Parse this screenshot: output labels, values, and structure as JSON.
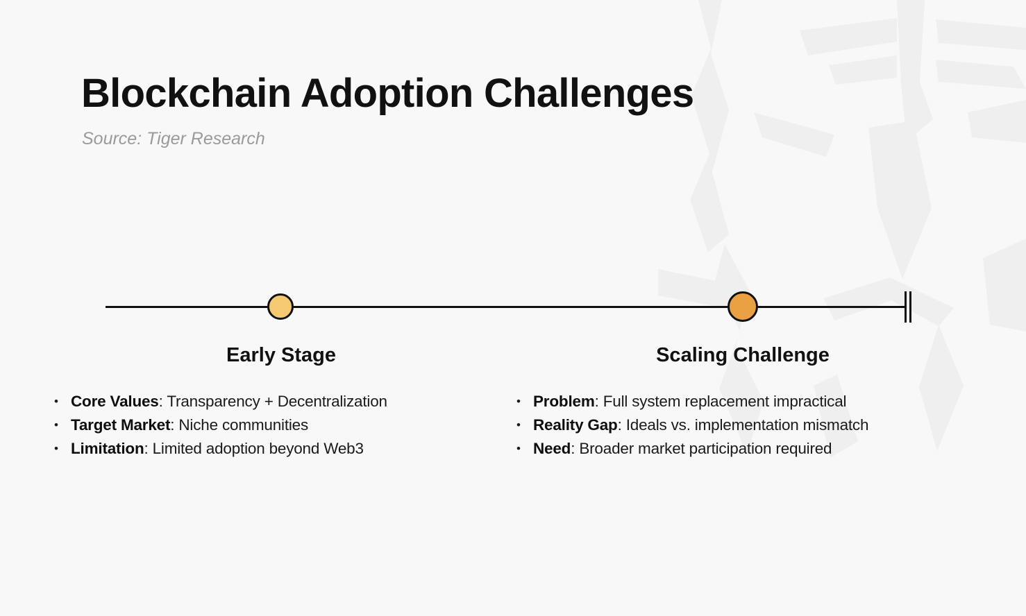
{
  "page": {
    "title": "Blockchain Adoption Challenges",
    "source": "Source: Tiger Research"
  },
  "colors": {
    "background": "#F8F8F8",
    "watermark": "#EFEFEF",
    "line": "#111111",
    "early_dot": "#F5C971",
    "scaling_dot": "#EAA141"
  },
  "timeline": {
    "bullet_glyph": "•",
    "stages": [
      {
        "label": "Early Stage",
        "dot_color": "#F5C971",
        "bullets": [
          {
            "term": "Core Values",
            "desc": ": Transparency + Decentralization"
          },
          {
            "term": "Target Market",
            "desc": ": Niche communities"
          },
          {
            "term": "Limitation",
            "desc": ": Limited adoption beyond Web3"
          }
        ]
      },
      {
        "label": "Scaling Challenge",
        "dot_color": "#EAA141",
        "bullets": [
          {
            "term": "Problem",
            "desc": ": Full system replacement impractical"
          },
          {
            "term": "Reality Gap",
            "desc": ": Ideals vs. implementation mismatch"
          },
          {
            "term": "Need",
            "desc": ": Broader market participation required"
          }
        ]
      }
    ]
  }
}
